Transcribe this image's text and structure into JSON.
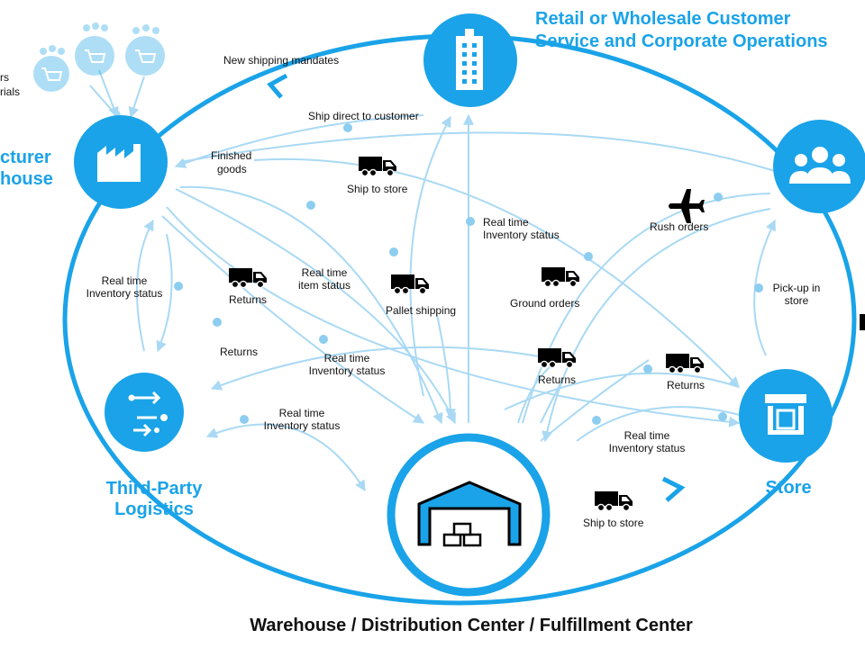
{
  "nodes": {
    "retail": {
      "title_line1": "Retail or Wholesale Customer",
      "title_line2": "Service and Corporate Operations"
    },
    "manufacturer": {
      "title_line1": "cturer",
      "title_line2": "house"
    },
    "third_party": {
      "title_line1": "Third-Party",
      "title_line2": "Logistics"
    },
    "store": {
      "title": "Store"
    },
    "warehouse": {
      "title": "Warehouse / Distribution Center / Fulfillment Center"
    },
    "suppliers": {
      "label_line1": "rs",
      "label_line2": "rials"
    }
  },
  "flows": {
    "new_shipping_mandates": "New shipping mandates",
    "ship_direct_to_customer": "Ship direct to customer",
    "finished_goods_1": "Finished",
    "finished_goods_2": "goods",
    "ship_to_store_top": "Ship to store",
    "rush_orders": "Rush orders",
    "rt_inv_center_1": "Real time",
    "rt_inv_center_2": "Inventory status",
    "rt_inv_left_1": "Real time",
    "rt_inv_left_2": "Inventory status",
    "returns_left_truck": "Returns",
    "rt_item_1": "Real time",
    "rt_item_2": "item status",
    "pallet_shipping": "Pallet shipping",
    "ground_orders": "Ground orders",
    "pickup_1": "Pick-up in",
    "pickup_2": "store",
    "returns_left_text": "Returns",
    "rt_inv_mid_1": "Real time",
    "rt_inv_mid_2": "Inventory status",
    "returns_center": "Returns",
    "returns_right": "Returns",
    "rt_inv_3pl_1": "Real time",
    "rt_inv_3pl_2": "Inventory status",
    "rt_inv_store_1": "Real time",
    "rt_inv_store_2": "Inventory status",
    "ship_to_store_bottom": "Ship to store"
  },
  "icons": {
    "retail": "office-building-icon",
    "manufacturer": "factory-icon",
    "customers": "people-group-icon",
    "third_party": "flow-process-icon",
    "store": "storefront-icon",
    "warehouse": "warehouse-icon",
    "truck": "truck-icon",
    "airplane": "airplane-icon",
    "cart": "shopping-cart-icon"
  },
  "colors": {
    "primary": "#1aa3e8",
    "flow": "#a9d9f4",
    "dot": "#8ccdf0",
    "text": "#111111"
  }
}
